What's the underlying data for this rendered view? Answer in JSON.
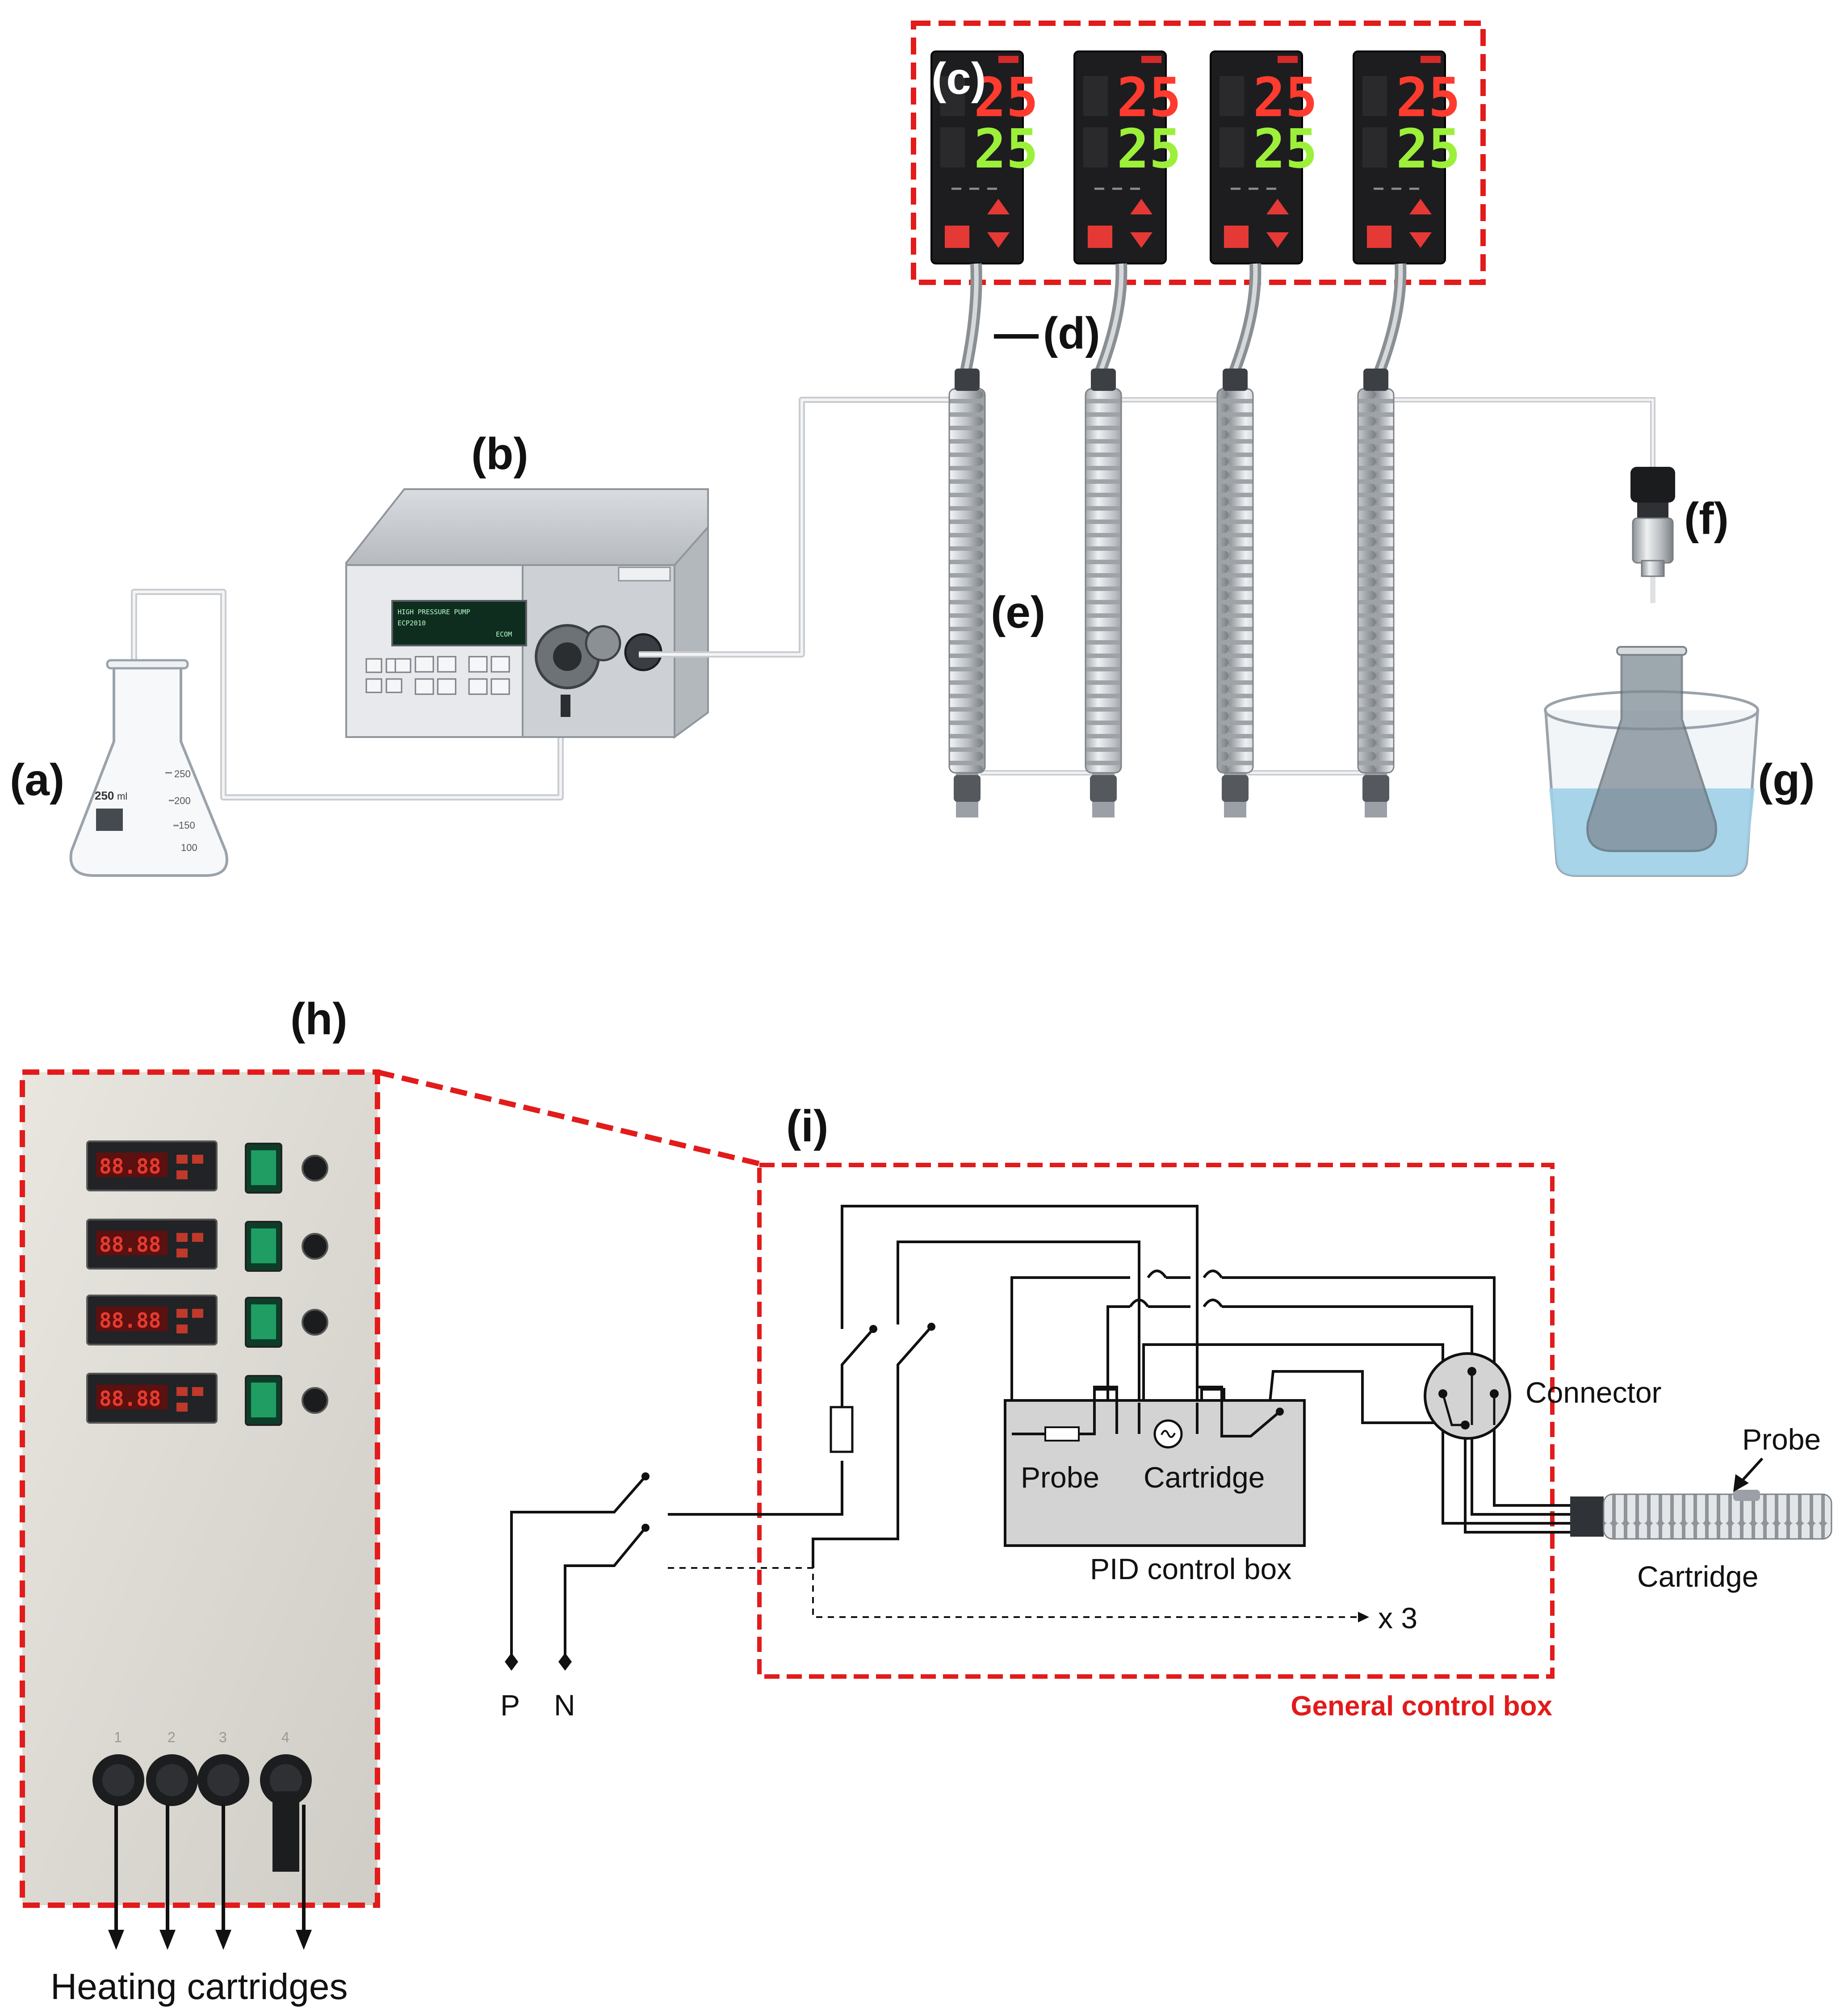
{
  "labels": {
    "a": "(a)",
    "b": "(b)",
    "c": "(c)",
    "d": "(d)",
    "e": "(e)",
    "f": "(f)",
    "g": "(g)",
    "h": "(h)",
    "i": "(i)"
  },
  "controllers": {
    "display_top": "25",
    "display_bottom": "25",
    "count": 4
  },
  "pump": {
    "lcd_line1": "HIGH PRESSURE PUMP",
    "lcd_line2": "ECP2010",
    "lcd_brand": "ECOM"
  },
  "flask": {
    "volume": "250",
    "unit": "ml",
    "marks": [
      "250",
      "200",
      "150",
      "100"
    ]
  },
  "panel": {
    "ports": [
      "1",
      "2",
      "3",
      "4"
    ],
    "caption": "Heating cartridges"
  },
  "schematic": {
    "probe": "Probe",
    "cartridge": "Cartridge",
    "pid_box": "PID control box",
    "connector": "Connector",
    "multiplier": "x 3",
    "phase": "P",
    "neutral": "N",
    "general_box": "General control box",
    "ext_probe": "Probe",
    "ext_cartridge": "Cartridge"
  },
  "colors": {
    "highlight_red": "#e21b1b",
    "controller_body": "#1d1d1f",
    "display_red": "#ff3b2f",
    "display_green": "#9df03a",
    "coil_steel": "#c4c8cc",
    "pid_box_fill": "#d3d3d3",
    "water_blue": "#9fd0e6"
  }
}
